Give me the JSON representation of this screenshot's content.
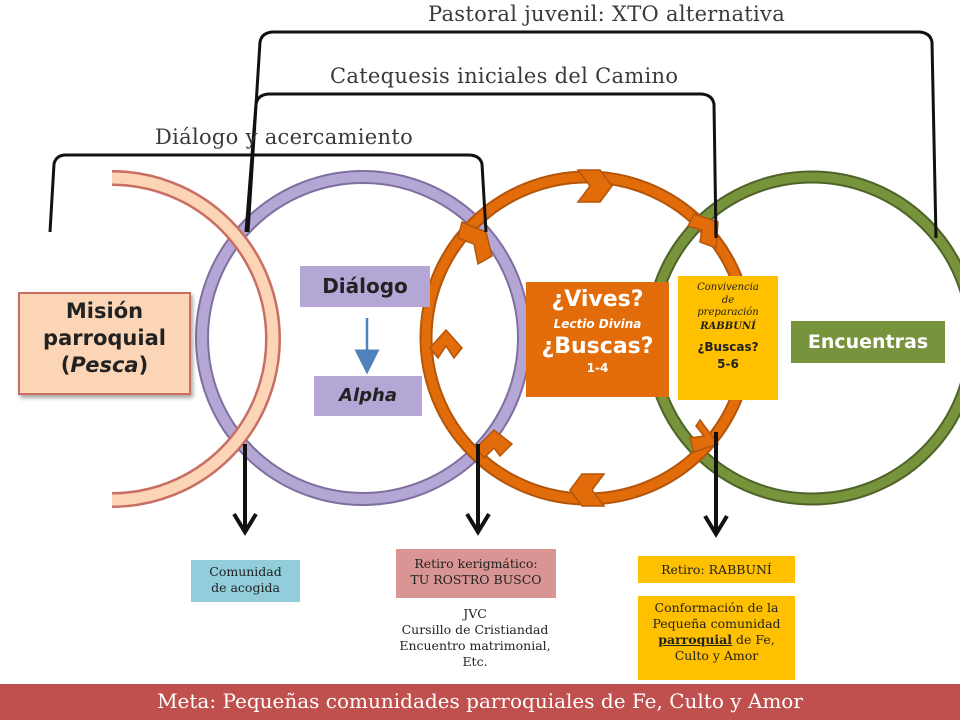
{
  "brackets": {
    "pastoral": "Pastoral juvenil: XTO alternativa",
    "catequesis": "Catequesis iniciales del Camino",
    "dialogo": "Diálogo y acercamiento"
  },
  "mision": {
    "line1": "Misión",
    "line2": "parroquial",
    "line3_open": "(",
    "line3_italic": "Pesca",
    "line3_close": ")"
  },
  "dialogo_box": "Diálogo",
  "alpha_box": "Alpha",
  "vives_box": {
    "line1": "¿Vives?",
    "line2": "Lectio Divina",
    "line3": "¿Buscas?",
    "line4": "1-4"
  },
  "convivencia_box": {
    "line1": "Convivencia",
    "line2": "de",
    "line3": "preparación",
    "line4": "RABBUNÍ",
    "line5": "¿Buscas?",
    "line6": "5-6"
  },
  "encuentras_box": "Encuentras",
  "comunidad_box": {
    "line1": "Comunidad",
    "line2": "de acogida"
  },
  "retiro_kerigmatico": {
    "line1": "Retiro kerigmático:",
    "line2": "TU ROSTRO BUSCO"
  },
  "jvc_list": [
    "JVC",
    "Cursillo de Cristiandad",
    "Encuentro matrimonial,",
    "Etc."
  ],
  "retiro_rabbuni": "Retiro: RABBUNÍ",
  "conformacion": {
    "line1": "Conformación de la",
    "line2": "Pequeña comunidad",
    "line3_u": "parroquial",
    "line3_rest": " de Fe,",
    "line4": "Culto y Amor"
  },
  "meta_banner": "Meta: Pequeñas comunidades parroquiales de Fe, Culto y Amor",
  "colors": {
    "peach": "#fbd5b5",
    "lavender": "#b4a7d6",
    "orange": "#e36c0a",
    "green": "#77933c",
    "amber": "#ffc000",
    "teal": "#92cddc",
    "rose": "#d99594",
    "banner": "#c0504d"
  }
}
